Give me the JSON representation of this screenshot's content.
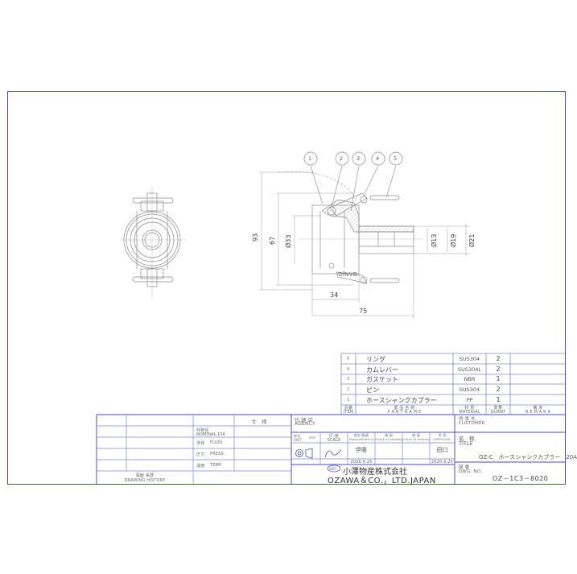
{
  "drawing": {
    "accent_color": "#4a4ac8",
    "line_color": "#7a7ad8",
    "geometry_color": "#888888"
  },
  "balloons": [
    "1",
    "2",
    "3",
    "4",
    "5"
  ],
  "dimensions": {
    "d93": "93",
    "d67": "67",
    "d33": "Ø33",
    "d34": "34",
    "d75": "75",
    "d13": "Ø13",
    "d19": "Ø19",
    "d21": "Ø21",
    "stamp": "BANJO"
  },
  "parts_table": {
    "rows": [
      {
        "item": "5",
        "name": "リング",
        "material": "SUS304",
        "quant": "2",
        "remark": ""
      },
      {
        "item": "4",
        "name": "カムレバー",
        "material": "SUS304L",
        "quant": "2",
        "remark": ""
      },
      {
        "item": "3",
        "name": "ガスケット",
        "material": "NBR",
        "quant": "1",
        "remark": ""
      },
      {
        "item": "2",
        "name": "ピン",
        "material": "SUS304",
        "quant": "2",
        "remark": ""
      },
      {
        "item": "1",
        "name": "ホースシャンクカプラー",
        "material": "PP",
        "quant": "1",
        "remark": ""
      }
    ],
    "header": {
      "item_jp": "品番",
      "item_en": "ITEM",
      "name_jp": "部 品 名 称",
      "name_en": "P A R T   N A M E",
      "material_jp": "材 質",
      "material_en": "MATERIAL",
      "quant_jp": "数量",
      "quant_en": "QUANT",
      "remark_jp": "備 考",
      "remark_en": "R E M A R K"
    }
  },
  "spec_block": {
    "header": "仕　様",
    "rows": [
      {
        "jp": "呼称径",
        "en": "NOMINAL DIA"
      },
      {
        "jp": "流体",
        "en": "FLUID"
      },
      {
        "jp": "圧力",
        "en": "PRESS"
      },
      {
        "jp": "温度",
        "en": "TEMP"
      }
    ],
    "history_jp": "図面 来歴",
    "history_en": "DRAWING HISTORY"
  },
  "title_block": {
    "agency_jp": "代 理 店",
    "agency_en": "AGENCY",
    "unit_jp": "単位",
    "unit_en": "UNIT",
    "unit_value": "mm",
    "scale_jp": "尺 度",
    "scale_en": "SCALE",
    "design_jp": "設計/製図",
    "design_en": "Design/Drafting",
    "check1_jp": "検 図",
    "check1_en": "Check of drawing",
    "check2_jp": "検 図",
    "check2_en": "Check of drawing",
    "approved_jp": "承 認",
    "approved_en": "APPROVED",
    "designer": "伊藤",
    "approver": "田口",
    "design_date": "2020.6.25",
    "approved_date": "2020.6.25",
    "logo_text": "OZC",
    "company_jp": "小澤物産株式会社",
    "company_en": "OZAWA＆CO.，LTD.JAPAN",
    "customer_jp": "得 意 先",
    "customer_en": "CUSTOMER",
    "title_jp": "名　称",
    "title_en": "TITLE",
    "title_value": "OZ-C　ホースシャンクカプラー　20A",
    "dwg_jp": "図 番",
    "dwg_en": "DWG. NO.",
    "dwg_value": "OZ－1C3－8020"
  }
}
